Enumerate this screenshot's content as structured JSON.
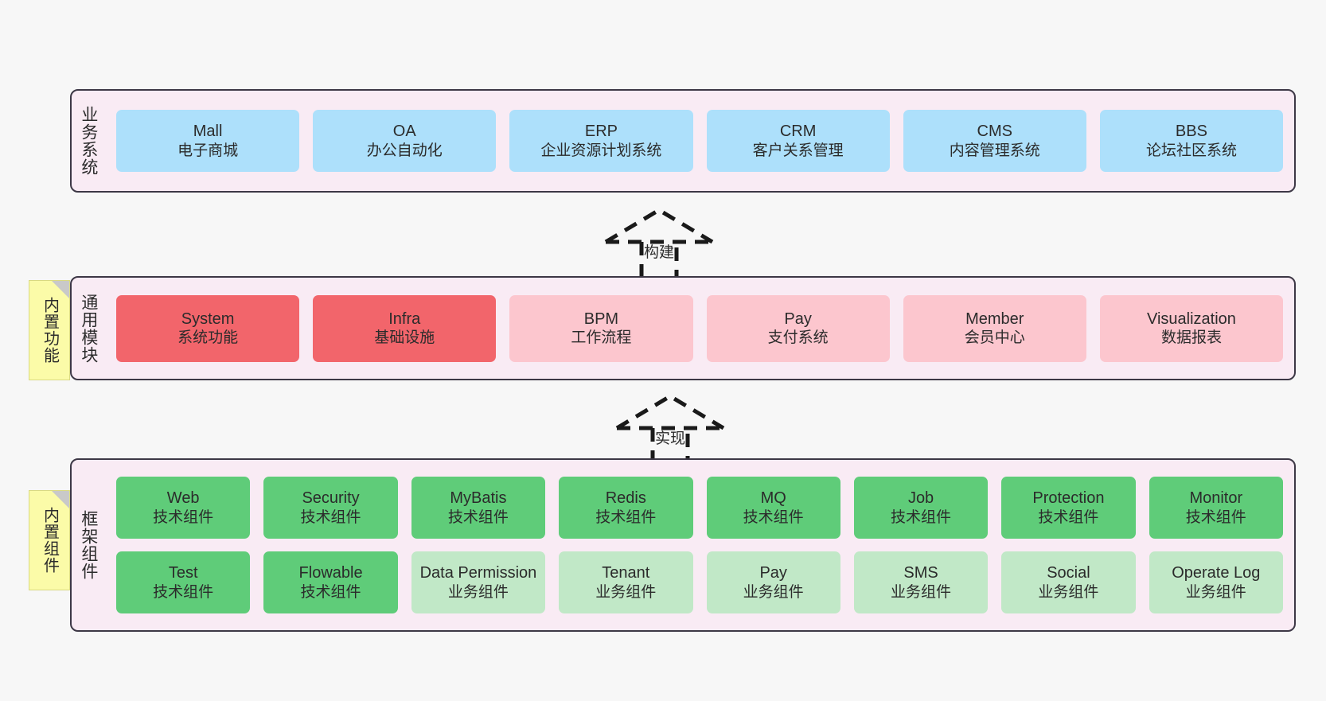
{
  "diagram": {
    "title": "ruoyi-vue-pro architecture layers",
    "colors": {
      "page_background": "#f7f7f7",
      "panel_background": "#f9ebf4",
      "panel_border": "#3d3846",
      "blue": "#ade0fb",
      "red": "#f2656b",
      "pink": "#fcc6ce",
      "green": "#5fcc79",
      "green_light": "#c1e8c7",
      "note_yellow": "#fbfba8",
      "note_fold": "#c9c9c9"
    }
  },
  "layers": [
    {
      "id": "business-systems",
      "title": "业务系统",
      "note": null,
      "rows": [
        {
          "boxes": [
            {
              "name": "Mall",
              "sub": "电子商城",
              "color": "blue"
            },
            {
              "name": "OA",
              "sub": "办公自动化",
              "color": "blue"
            },
            {
              "name": "ERP",
              "sub": "企业资源计划系统",
              "color": "blue"
            },
            {
              "name": "CRM",
              "sub": "客户关系管理",
              "color": "blue"
            },
            {
              "name": "CMS",
              "sub": "内容管理系统",
              "color": "blue"
            },
            {
              "name": "BBS",
              "sub": "论坛社区系统",
              "color": "blue"
            }
          ]
        }
      ]
    },
    {
      "id": "common-modules",
      "title": "通用模块",
      "note": "内置功能",
      "rows": [
        {
          "boxes": [
            {
              "name": "System",
              "sub": "系统功能",
              "color": "red"
            },
            {
              "name": "Infra",
              "sub": "基础设施",
              "color": "red"
            },
            {
              "name": "BPM",
              "sub": "工作流程",
              "color": "pink"
            },
            {
              "name": "Pay",
              "sub": "支付系统",
              "color": "pink"
            },
            {
              "name": "Member",
              "sub": "会员中心",
              "color": "pink"
            },
            {
              "name": "Visualization",
              "sub": "数据报表",
              "color": "pink"
            }
          ]
        }
      ]
    },
    {
      "id": "framework-components",
      "title": "框架组件",
      "note": "内置组件",
      "rows": [
        {
          "boxes": [
            {
              "name": "Web",
              "sub": "技术组件",
              "color": "green"
            },
            {
              "name": "Security",
              "sub": "技术组件",
              "color": "green"
            },
            {
              "name": "MyBatis",
              "sub": "技术组件",
              "color": "green"
            },
            {
              "name": "Redis",
              "sub": "技术组件",
              "color": "green"
            },
            {
              "name": "MQ",
              "sub": "技术组件",
              "color": "green"
            },
            {
              "name": "Job",
              "sub": "技术组件",
              "color": "green"
            },
            {
              "name": "Protection",
              "sub": "技术组件",
              "color": "green"
            },
            {
              "name": "Monitor",
              "sub": "技术组件",
              "color": "green"
            }
          ]
        },
        {
          "boxes": [
            {
              "name": "Test",
              "sub": "技术组件",
              "color": "green"
            },
            {
              "name": "Flowable",
              "sub": "技术组件",
              "color": "green"
            },
            {
              "name": "Data Permission",
              "sub": "业务组件",
              "color": "green_light"
            },
            {
              "name": "Tenant",
              "sub": "业务组件",
              "color": "green_light"
            },
            {
              "name": "Pay",
              "sub": "业务组件",
              "color": "green_light"
            },
            {
              "name": "SMS",
              "sub": "业务组件",
              "color": "green_light"
            },
            {
              "name": "Social",
              "sub": "业务组件",
              "color": "green_light"
            },
            {
              "name": "Operate Log",
              "sub": "业务组件",
              "color": "green_light"
            }
          ]
        }
      ]
    }
  ],
  "connectors": [
    {
      "id": "build",
      "label": "构建",
      "from": "common-modules",
      "to": "business-systems"
    },
    {
      "id": "implement",
      "label": "实现",
      "from": "framework-components",
      "to": "common-modules"
    }
  ]
}
